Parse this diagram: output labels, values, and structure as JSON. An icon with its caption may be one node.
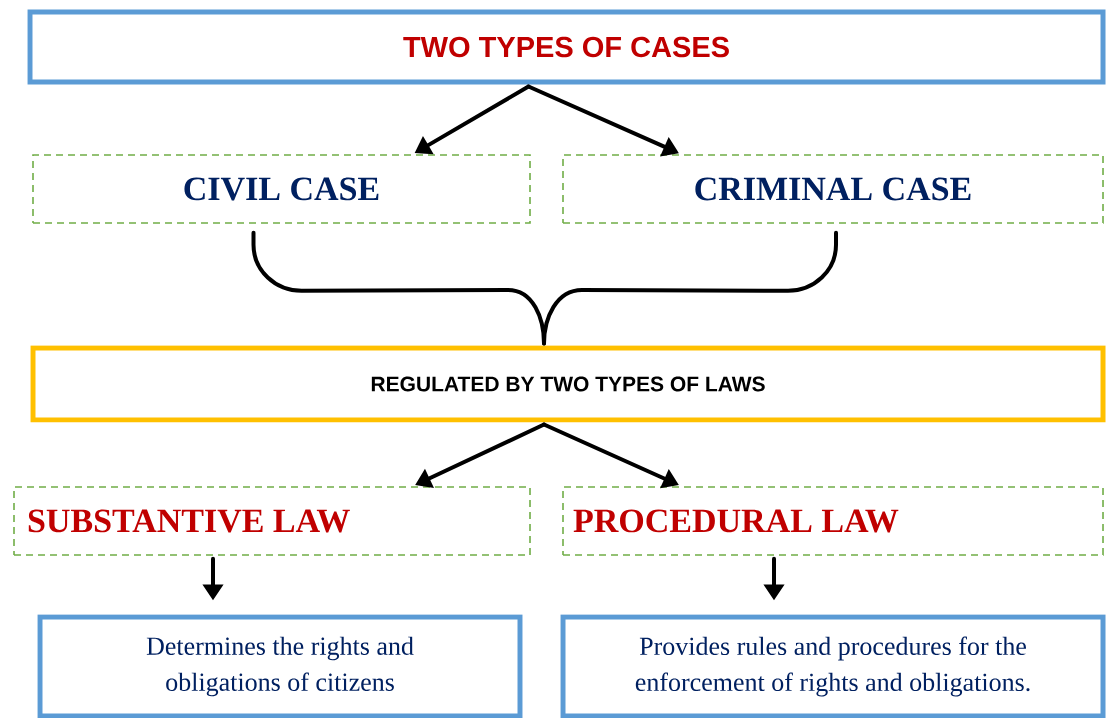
{
  "diagram": {
    "nodes": [
      {
        "text": [
          "TWO TYPES OF CASES"
        ]
      },
      {
        "text": [
          "CIVIL CASE"
        ]
      },
      {
        "text": [
          "CRIMINAL CASE"
        ]
      },
      {
        "text": [
          "REGULATED BY TWO TYPES OF LAWS"
        ]
      },
      {
        "text": [
          "SUBSTANTIVE LAW"
        ]
      },
      {
        "text": [
          "PROCEDURAL LAW"
        ]
      },
      {
        "text": [
          "Determines the rights and obligations of citizens"
        ]
      },
      {
        "text": [
          "Provides rules and procedures for the enforcement of rights and obligations."
        ]
      }
    ],
    "edges": [
      {
        "from": 0,
        "to": 1,
        "arrow": "to"
      },
      {
        "from": 0,
        "to": 2,
        "arrow": "to"
      },
      {
        "from": 1,
        "to": 3,
        "arrow": "none"
      },
      {
        "from": 2,
        "to": 3,
        "arrow": "none"
      },
      {
        "from": 3,
        "to": 4,
        "arrow": "to"
      },
      {
        "from": 3,
        "to": 5,
        "arrow": "to"
      },
      {
        "from": 4,
        "to": 6,
        "arrow": "to"
      },
      {
        "from": 5,
        "to": 7,
        "arrow": "to"
      }
    ]
  }
}
